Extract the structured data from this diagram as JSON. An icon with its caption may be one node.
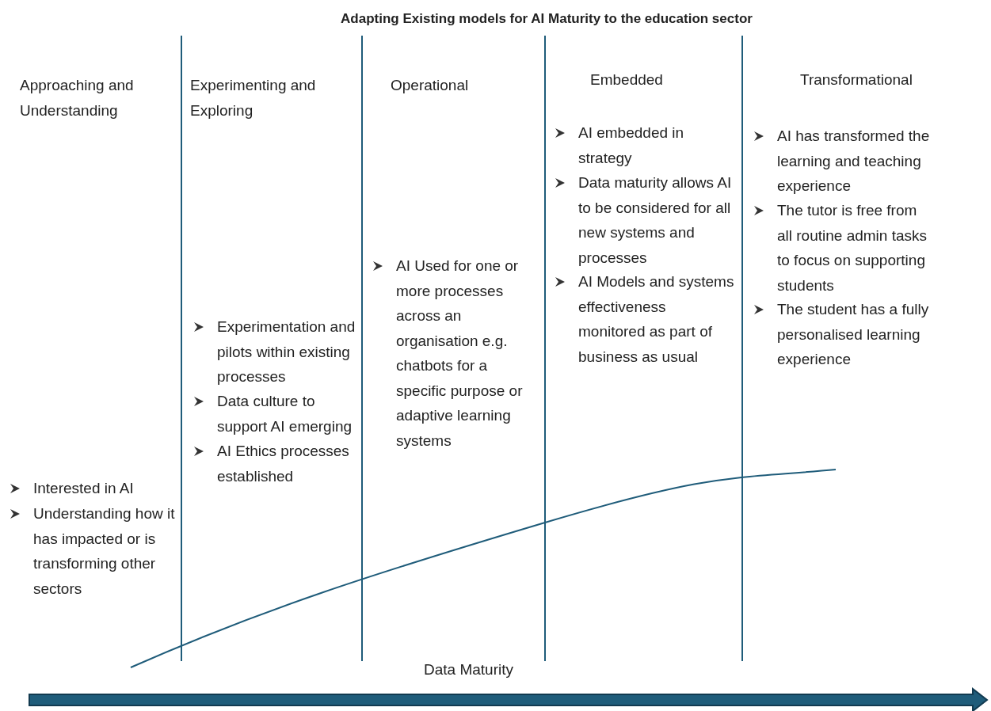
{
  "diagram": {
    "title": "Adapting Existing models for AI Maturity to the education sector",
    "labels": [
      "Approaching and Understanding",
      "Experimenting and Exploring",
      "Operational",
      "Embedded",
      "Transformational",
      "Interested in AI",
      "Understanding how it has impacted or is transforming other sectors",
      "Experimentation and pilots within existing processes",
      "Data culture to support AI emerging",
      "AI Ethics processes established",
      "AI Used for one or more processes across an organisation e.g. chatbots for a specific purpose or adaptive learning systems",
      "AI embedded in strategy",
      "Data maturity allows AI to be considered for all new systems and processes",
      "AI Models and systems effectiveness monitored as part of business as usual",
      "AI has transformed the learning and teaching experience",
      "The tutor is free from all routine admin tasks to focus on supporting students",
      "The student has a fully personalised learning experience",
      "Data Maturity"
    ]
  }
}
